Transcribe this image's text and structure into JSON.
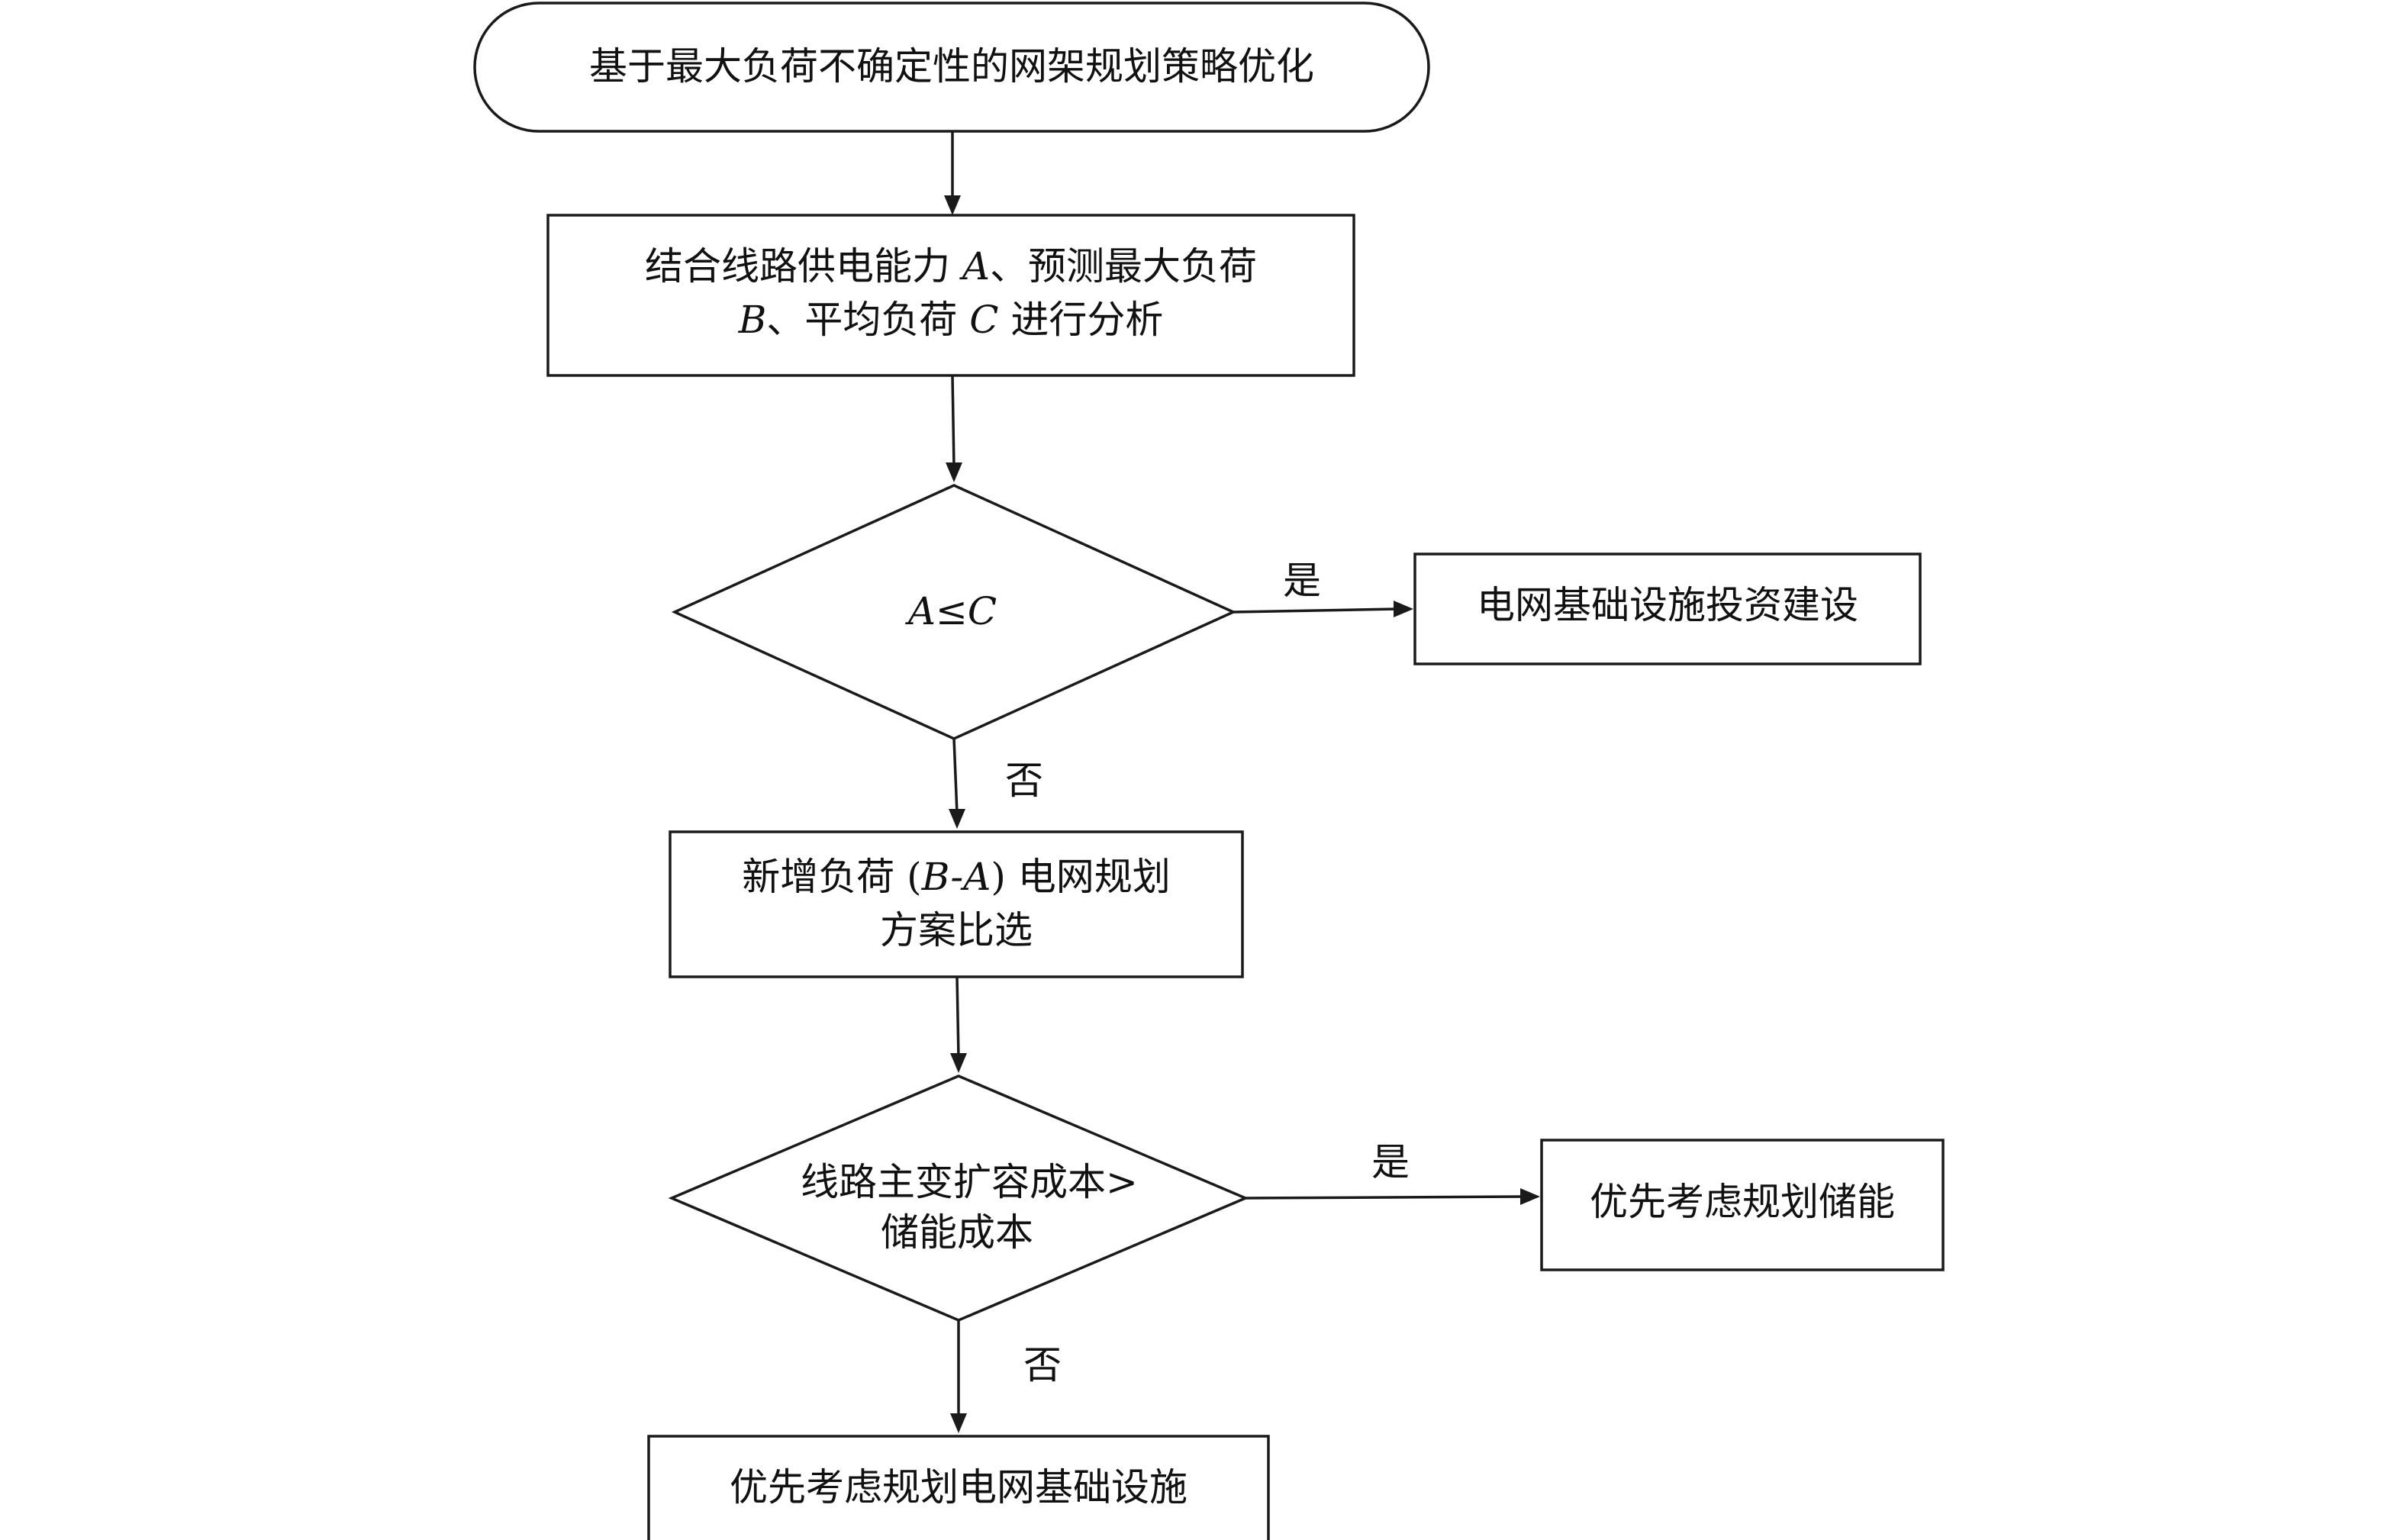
{
  "nodes": {
    "start": {
      "text": "基于最大负荷不确定性的网架规划策略优化"
    },
    "analysis": {
      "line1_pre": "结合线路供电能力 ",
      "line1_var_a": "A",
      "line1_post": "、预测最大负荷",
      "line2_var_b": "B",
      "line2_mid": "、平均负荷 ",
      "line2_var_c": "C",
      "line2_post": " 进行分析"
    },
    "decision1": {
      "var_a": "A",
      "op": "≤",
      "var_c": "C"
    },
    "infra_invest": {
      "text": "电网基础设施投资建设"
    },
    "compare": {
      "line1_pre": "新增负荷 (",
      "line1_var": "B-A",
      "line1_post": ") 电网规划",
      "line2": "方案比选"
    },
    "decision2": {
      "line1": "线路主变扩容成本>",
      "line2": "储能成本"
    },
    "storage": {
      "text": "优先考虑规划储能"
    },
    "infra_plan": {
      "text": "优先考虑规划电网基础设施"
    }
  },
  "edges": {
    "yes_label": "是",
    "no_label": "否"
  }
}
